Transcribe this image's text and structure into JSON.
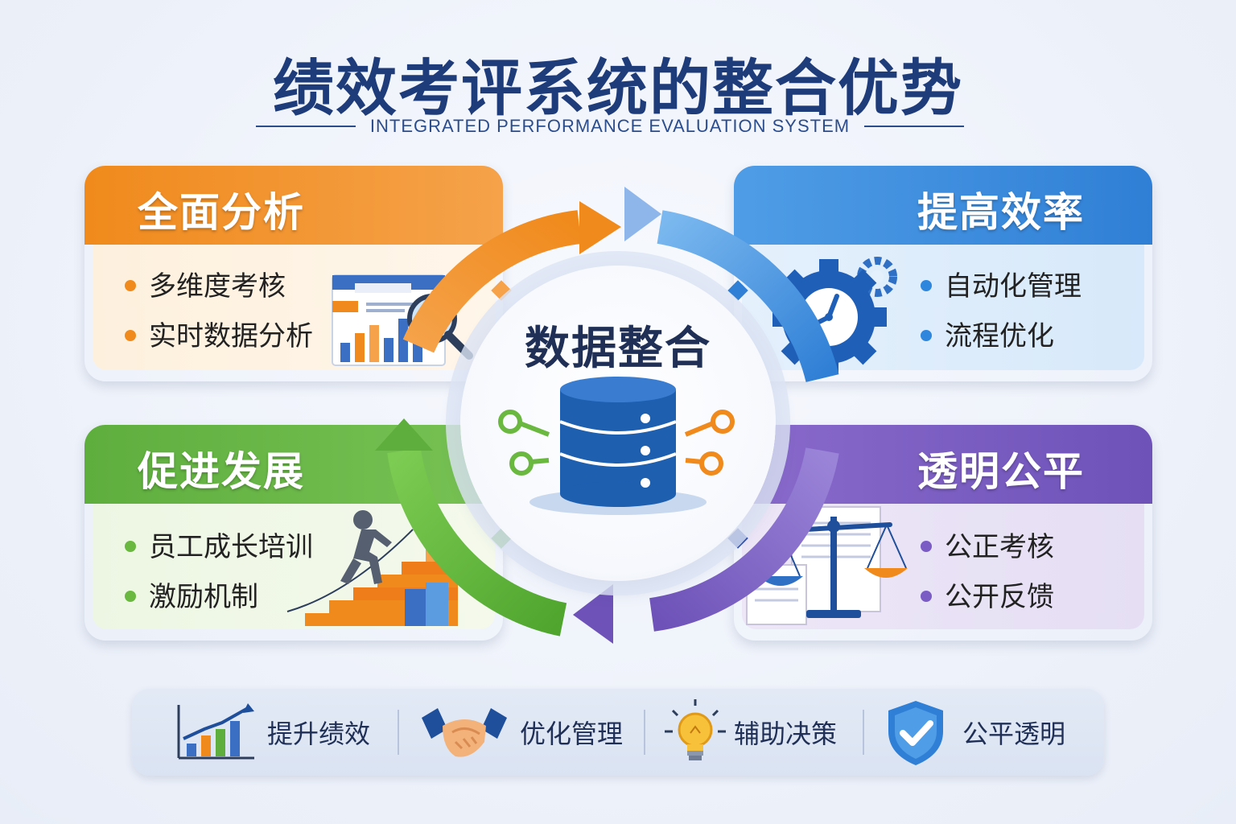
{
  "title": "绩效考评系统的整合优势",
  "subtitle": "INTEGRATED PERFORMANCE EVALUATION SYSTEM",
  "center": {
    "label": "数据整合",
    "icon": "database-icon"
  },
  "panels": {
    "top_left": {
      "heading": "全面分析",
      "items": [
        "多维度考核",
        "实时数据分析"
      ],
      "icon": "chart-magnifier-icon",
      "color": "#f08a1c"
    },
    "top_right": {
      "heading": "提高效率",
      "items": [
        "自动化管理",
        "流程优化"
      ],
      "icon": "gear-clock-icon",
      "color": "#2f7fd6"
    },
    "bottom_left": {
      "heading": "促进发展",
      "items": [
        "员工成长培训",
        "激励机制"
      ],
      "icon": "climbing-stairs-icon",
      "color": "#5eae3e"
    },
    "bottom_right": {
      "heading": "透明公平",
      "items": [
        "公正考核",
        "公开反馈"
      ],
      "icon": "balance-scale-icon",
      "color": "#7a5cc4"
    }
  },
  "footer": [
    {
      "label": "提升绩效",
      "icon": "growth-chart-icon"
    },
    {
      "label": "优化管理",
      "icon": "handshake-icon"
    },
    {
      "label": "辅助决策",
      "icon": "lightbulb-icon"
    },
    {
      "label": "公平透明",
      "icon": "shield-check-icon"
    }
  ]
}
